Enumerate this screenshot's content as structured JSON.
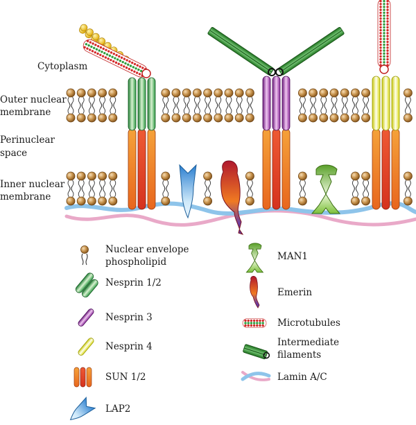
{
  "region_labels": {
    "cytoplasm": "Cytoplasm",
    "outer_membrane_1": "Outer nuclear",
    "outer_membrane_2": "membrane",
    "perinuclear_1": "Perinuclear",
    "perinuclear_2": "space",
    "inner_membrane_1": "Inner nuclear",
    "inner_membrane_2": "membrane"
  },
  "legend": {
    "phospholipid_1": "Nuclear envelope",
    "phospholipid_2": "phospholipid",
    "nesprin12": "Nesprin 1/2",
    "nesprin3": "Nesprin 3",
    "nesprin4": "Nesprin 4",
    "sun12": "SUN 1/2",
    "lap2": "LAP2",
    "man1": "MAN1",
    "emerin": "Emerin",
    "microtubules": "Microtubules",
    "intermediate_1": "Intermediate",
    "intermediate_2": "filaments",
    "lamin": "Lamin A/C"
  },
  "colors": {
    "lipid_head": "#b07a3c",
    "nesprin12": "#3aa84a",
    "nesprin3": "#9b2fa8",
    "nesprin4": "#e6e61a",
    "sun_orange": "#f08a1e",
    "sun_red": "#e0402a",
    "lap2": "#2f8fd6",
    "emerin": "#c0392b",
    "man1": "#6ab42d",
    "microtubule_red": "#d42a2a",
    "microtubule_green": "#2e9e3e",
    "intermediate": "#2e8b2e",
    "actin": "#f2c81c",
    "lamin_blue": "#8ec4ea",
    "lamin_pink": "#e9a9c8"
  },
  "icons": [
    "phospholipid-icon",
    "nesprin12-icon",
    "nesprin3-icon",
    "nesprin4-icon",
    "sun12-icon",
    "lap2-icon",
    "man1-icon",
    "emerin-icon",
    "microtubule-icon",
    "intermediate-filament-icon",
    "lamin-icon"
  ]
}
